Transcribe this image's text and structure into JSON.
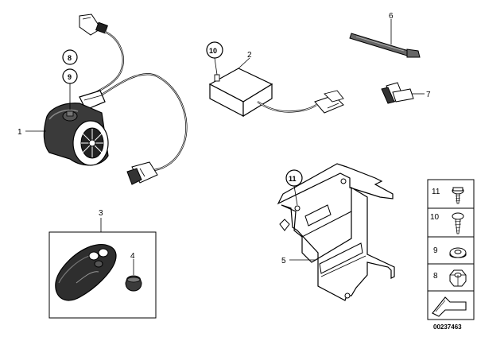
{
  "callouts": {
    "c1": "1",
    "c2": "2",
    "c3": "3",
    "c4": "4",
    "c5": "5",
    "c6": "6",
    "c7": "7"
  },
  "circled": {
    "c8": "8",
    "c9": "9",
    "c10": "10",
    "c11": "11"
  },
  "sidebar": {
    "items": [
      {
        "label": "11",
        "icon": "screw-icon"
      },
      {
        "label": "10",
        "icon": "self-tapping-screw-icon"
      },
      {
        "label": "9",
        "icon": "washer-icon"
      },
      {
        "label": "8",
        "icon": "hex-nut-icon"
      }
    ],
    "arrow_icon": "next-page-arrow-icon"
  },
  "diagram_code": "00237463"
}
